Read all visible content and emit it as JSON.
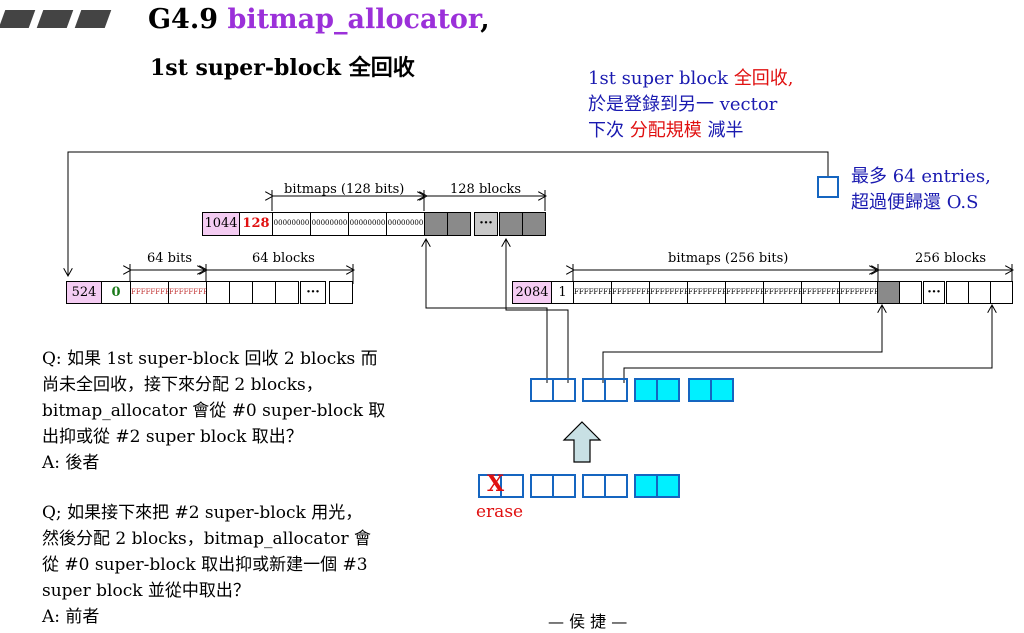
{
  "slide": {
    "title_prefix": "G4.9 ",
    "title_highlight": "bitmap_allocator",
    "title_suffix": ",",
    "subtitle": "1st super-block 全回收",
    "footer": "— 侯 捷 —",
    "colors": {
      "title_purple": "#9b30d9",
      "note_blue": "#1a1ab0",
      "note_red": "#e01010",
      "accent_blue": "#1565c0",
      "cyan": "#00f0ff",
      "pink": "#f4ccf2"
    }
  },
  "note": {
    "line1_a": "1st super block ",
    "line1_b": "全回收,",
    "line2": "於是登錄到另一 vector",
    "line3_a": "下次 ",
    "line3_b": "分配規模",
    "line3_c": " 減半"
  },
  "entries_note": {
    "line1": "最多 64 entries,",
    "line2": "超過便歸還 O.S"
  },
  "block_1044": {
    "size": "1044",
    "count": "128",
    "bitmap_label": "bitmaps (128 bits)",
    "blocks_label": "128 blocks",
    "bits": [
      "00000000",
      "00000000",
      "00000000",
      "00000000"
    ],
    "ellipsis": "···"
  },
  "block_524": {
    "size": "524",
    "count": "0",
    "bitmap_label": "64 bits",
    "blocks_label": "64 blocks",
    "bits": [
      "FFFFFFFF",
      "FFFFFFFF"
    ],
    "ellipsis": "···"
  },
  "block_2084": {
    "size": "2084",
    "count": "1",
    "bitmap_label": "bitmaps (256 bits)",
    "blocks_label": "256 blocks",
    "bits": [
      "FFFFFFFF",
      "FFFFFFFF",
      "FFFFFFFF",
      "FFFFFFFF",
      "FFFFFFFF",
      "FFFFFFFF",
      "FFFFFFFE",
      "FFFFFFFF"
    ],
    "ellipsis": "···"
  },
  "erase_label": "erase",
  "erase_mark": "X",
  "qa": {
    "q1_lines": [
      "Q: 如果 1st super-block 回收 2 blocks 而",
      "尚未全回收，接下來分配 2 blocks，",
      "bitmap_allocator 會從 #0 super-block 取",
      "出抑或從 #2 super block 取出？"
    ],
    "a1": "A: 後者",
    "q2_lines": [
      "Q; 如果接下來把 #2 super-block 用光，",
      "然後分配 2 blocks，bitmap_allocator 會",
      "從 #0 super-block 取出抑或新建一個 #3",
      "super block 並從中取出？"
    ],
    "a2": "A: 前者"
  }
}
